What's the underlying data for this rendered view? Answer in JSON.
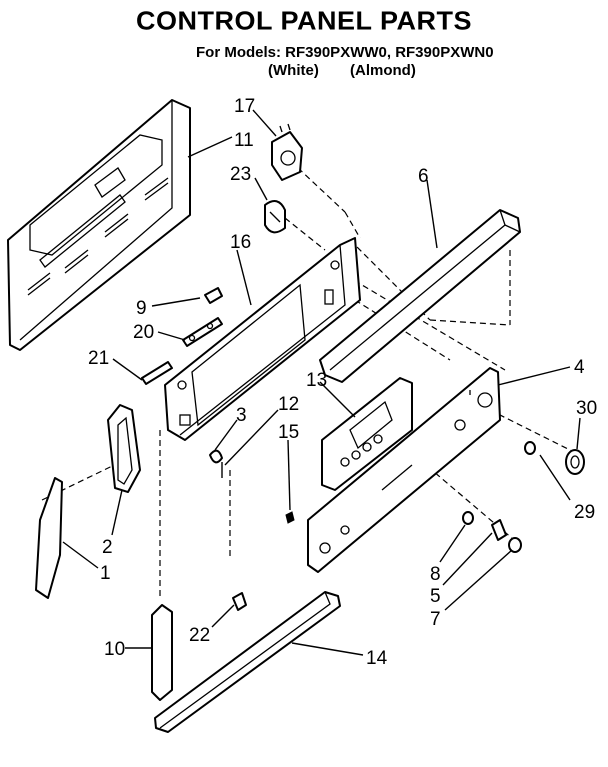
{
  "header": {
    "title": "CONTROL PANEL PARTS",
    "models": "For Models: RF390PXWW0, RF390PXWN0",
    "color_white": "(White)",
    "color_almond": "(Almond)"
  },
  "callouts": [
    {
      "id": "c17",
      "label": "17"
    },
    {
      "id": "c11",
      "label": "11"
    },
    {
      "id": "c23",
      "label": "23"
    },
    {
      "id": "c6",
      "label": "6"
    },
    {
      "id": "c16",
      "label": "16"
    },
    {
      "id": "c9",
      "label": "9"
    },
    {
      "id": "c20",
      "label": "20"
    },
    {
      "id": "c21",
      "label": "21"
    },
    {
      "id": "c13",
      "label": "13"
    },
    {
      "id": "c4",
      "label": "4"
    },
    {
      "id": "c3",
      "label": "3"
    },
    {
      "id": "c12",
      "label": "12"
    },
    {
      "id": "c15",
      "label": "15"
    },
    {
      "id": "c30",
      "label": "30"
    },
    {
      "id": "c2",
      "label": "2"
    },
    {
      "id": "c29",
      "label": "29"
    },
    {
      "id": "c1",
      "label": "1"
    },
    {
      "id": "c8",
      "label": "8"
    },
    {
      "id": "c5",
      "label": "5"
    },
    {
      "id": "c7",
      "label": "7"
    },
    {
      "id": "c10",
      "label": "10"
    },
    {
      "id": "c22",
      "label": "22"
    },
    {
      "id": "c14",
      "label": "14"
    }
  ]
}
